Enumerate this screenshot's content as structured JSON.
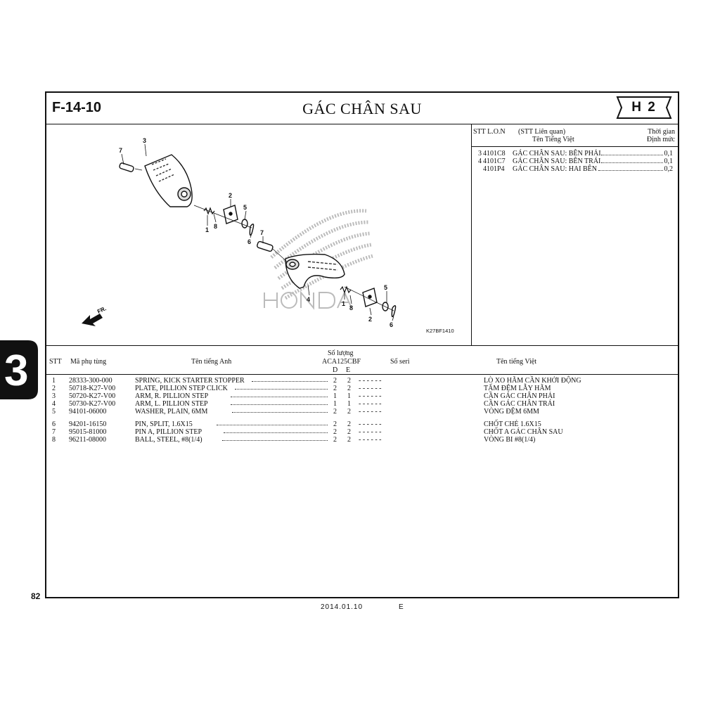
{
  "header": {
    "code": "F-14-10",
    "title": "GÁC CHÂN SAU",
    "group": "H 2"
  },
  "diagram": {
    "figure_id": "K27BF1410",
    "direction_label": "FR.",
    "callouts": [
      "7",
      "3",
      "2",
      "5",
      "1",
      "8",
      "6",
      "7",
      "4",
      "5",
      "1",
      "8",
      "2",
      "6"
    ]
  },
  "kits": {
    "headers": {
      "stt_lon": "STT L.O.N",
      "related": "(STT Liên quan)",
      "vn_name": "Tên Tiếng Việt",
      "time": "Thời gian",
      "norm": "Định mức"
    },
    "rows": [
      {
        "no": "3",
        "code": "4101C8",
        "name": "GÁC CHÂN SAU: BÊN PHẢI",
        "time": "0,1"
      },
      {
        "no": "4",
        "code": "4101C7",
        "name": "GÁC CHÂN SAU: BÊN TRÁI",
        "time": "0,1"
      },
      {
        "no": "",
        "code": "4101P4",
        "name": "GÁC CHÂN SAU: HAI BÊN",
        "time": "0,2"
      }
    ]
  },
  "table": {
    "headers": {
      "stt": "STT",
      "part_no": "Mã phụ tùng",
      "en_name": "Tên tiếng Anh",
      "qty": "Số lượng",
      "model": "ACA125CBF",
      "d": "D",
      "e": "E",
      "serial": "Số seri",
      "vn_name": "Tên tiếng Việt"
    },
    "rows": [
      {
        "stt": "1",
        "part_no": "28333-300-000",
        "en": "SPRING, KICK STARTER STOPPER",
        "d": "2",
        "e": "2",
        "serial": "- - - - - -",
        "vn": "LÒ XO HÃM CẦN KHỞI ĐỘNG"
      },
      {
        "stt": "2",
        "part_no": "50718-K27-V00",
        "en": "PLATE, PILLION STEP CLICK",
        "d": "2",
        "e": "2",
        "serial": "- - - - - -",
        "vn": "TẤM ĐỆM LẪY HÃM"
      },
      {
        "stt": "3",
        "part_no": "50720-K27-V00",
        "en": "ARM, R. PILLION STEP",
        "d": "1",
        "e": "1",
        "serial": "- - - - - -",
        "vn": "CẦN GÁC CHÂN PHẢI"
      },
      {
        "stt": "4",
        "part_no": "50730-K27-V00",
        "en": "ARM, L. PILLION STEP",
        "d": "1",
        "e": "1",
        "serial": "- - - - - -",
        "vn": "CẦN GÁC CHÂN TRÁI"
      },
      {
        "stt": "5",
        "part_no": "94101-06000",
        "en": "WASHER, PLAIN, 6MM",
        "d": "2",
        "e": "2",
        "serial": "- - - - - -",
        "vn": "VÒNG ĐỆM 6MM"
      },
      {
        "stt": "6",
        "part_no": "94201-16150",
        "en": "PIN, SPLIT, 1.6X15",
        "d": "2",
        "e": "2",
        "serial": "- - - - - -",
        "vn": "CHỐT CHẺ 1.6X15"
      },
      {
        "stt": "7",
        "part_no": "95015-81000",
        "en": "PIN A, PILLION STEP",
        "d": "2",
        "e": "2",
        "serial": "- - - - - -",
        "vn": "CHỐT A GÁC CHÂN SAU"
      },
      {
        "stt": "8",
        "part_no": "96211-08000",
        "en": "BALL, STEEL, #8(1/4)",
        "d": "2",
        "e": "2",
        "serial": "- - - - - -",
        "vn": "VÒNG BI #8(1/4)"
      }
    ]
  },
  "footer": {
    "page": "82",
    "date": "2014.01.10",
    "edition": "E",
    "section_tab": "3"
  }
}
